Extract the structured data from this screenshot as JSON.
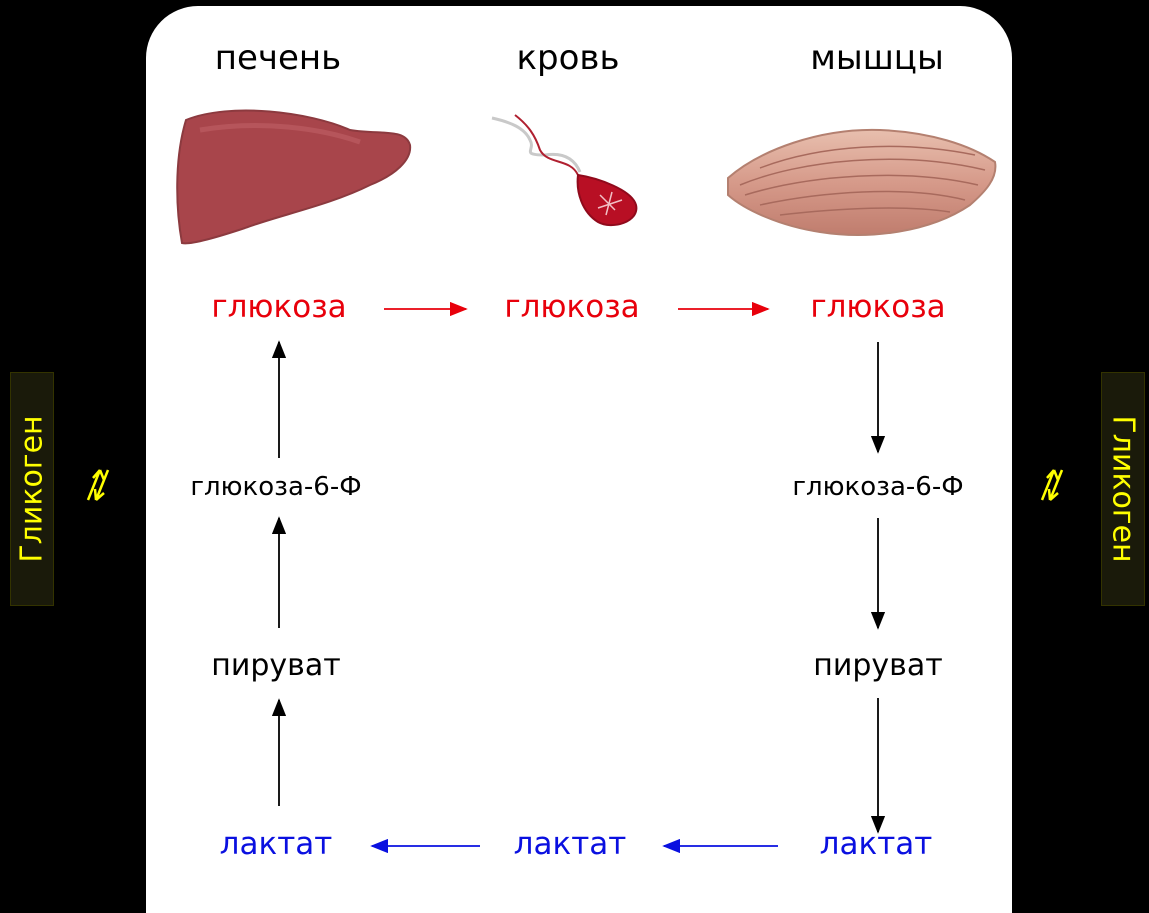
{
  "headers": {
    "liver": "печень",
    "blood": "кровь",
    "muscle": "мышцы"
  },
  "liver_col": {
    "glucose": "глюкоза",
    "g6p": "глюкоза-6-Ф",
    "pyruvate": "пируват",
    "lactate": "лактат"
  },
  "blood_col": {
    "glucose": "глюкоза",
    "lactate": "лактат"
  },
  "muscle_col": {
    "glucose": "глюкоза",
    "g6p": "глюкоза-6-Ф",
    "pyruvate": "пируват",
    "lactate": "лактат"
  },
  "glycogen_left": "Гликоген",
  "glycogen_right": "Гликоген",
  "colors": {
    "glucose": "#e8000b",
    "lactate": "#0a10e0",
    "glycogen": "#ffff00",
    "background": "#000000"
  }
}
